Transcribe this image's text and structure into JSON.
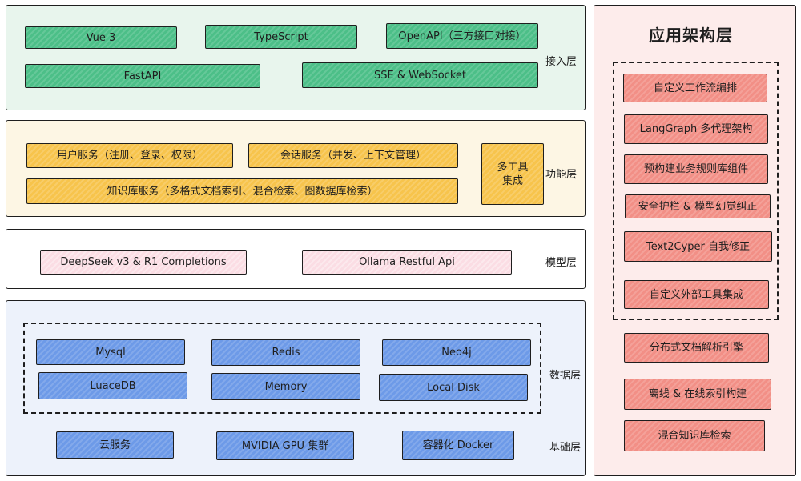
{
  "colors": {
    "access_layer_bg": "#e8f5ed",
    "function_layer_bg": "#fdf6e4",
    "model_layer_bg": "#ffffff",
    "data_layer_bg": "#edf2fb",
    "app_panel_bg": "#fdeceb",
    "green_box": "#4cbf88",
    "yellow_box": "#f7c44c",
    "pink_box": "#fbdde4",
    "blue_box": "#6d9ae8",
    "red_box": "#f28f86"
  },
  "access_layer": {
    "label": "接入层",
    "items": [
      "Vue 3",
      "TypeScript",
      "OpenAPI（三方接口对接）",
      "FastAPI",
      "SSE & WebSocket"
    ]
  },
  "function_layer": {
    "label": "功能层",
    "items": [
      "用户服务（注册、登录、权限）",
      "会话服务（并发、上下文管理）",
      "知识库服务（多格式文档索引、混合检索、图数据库检索）"
    ],
    "tool_box": [
      "多工具",
      "集成"
    ]
  },
  "model_layer": {
    "label": "模型层",
    "items": [
      "DeepSeek v3 & R1 Completions",
      "Ollama Restful Api"
    ]
  },
  "data_layer": {
    "label": "数据层",
    "items": [
      "Mysql",
      "Redis",
      "Neo4j",
      "LuaceDB",
      "Memory",
      "Local Disk"
    ]
  },
  "infra_layer": {
    "label": "基础层",
    "items": [
      "云服务",
      "MVIDIA GPU 集群",
      "容器化 Docker"
    ]
  },
  "app_panel": {
    "title": "应用架构层",
    "agent_items": [
      "自定义工作流编排",
      "LangGraph 多代理架构",
      "预构建业务规则库组件",
      "安全护栏 & 模型幻觉纠正",
      "Text2Cyper 自我修正",
      "自定义外部工具集成"
    ],
    "rag_items": [
      "分布式文档解析引擎",
      "离线 & 在线索引构建",
      "混合知识库检索"
    ]
  }
}
